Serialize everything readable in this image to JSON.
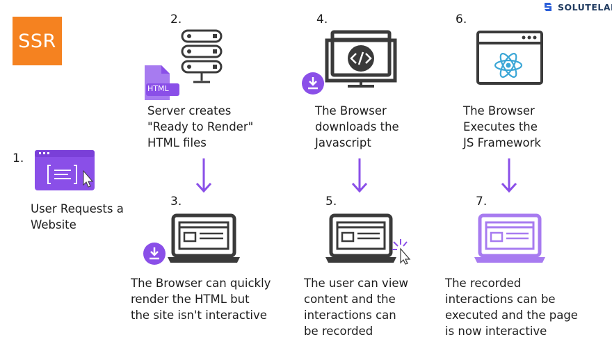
{
  "title_badge": "SSR",
  "brand": {
    "name": "SOLUTELABS"
  },
  "steps": [
    {
      "num": "1.",
      "caption": "User Requests a\nWebsite"
    },
    {
      "num": "2.",
      "caption": "Server creates\n\"Ready to Render\"\nHTML files"
    },
    {
      "num": "3.",
      "caption": "The Browser can quickly\nrender the HTML but\nthe site isn't interactive"
    },
    {
      "num": "4.",
      "caption": "The Browser\ndownloads the\nJavascript"
    },
    {
      "num": "5.",
      "caption": "The user can view\ncontent and the\ninteractions can\nbe recorded"
    },
    {
      "num": "6.",
      "caption": "The Browser\nExecutes the\nJS Framework"
    },
    {
      "num": "7.",
      "caption": "The recorded\ninteractions can be\nexecuted and the page\nis now interactive"
    }
  ],
  "html_file_label": "HTML",
  "colors": {
    "orange": "#f58220",
    "purple": "#8a4fe8",
    "purple_light": "#a77bf0",
    "dark": "#3a3a3a",
    "gray": "#8c8c8c",
    "react": "#3aa6d6"
  }
}
